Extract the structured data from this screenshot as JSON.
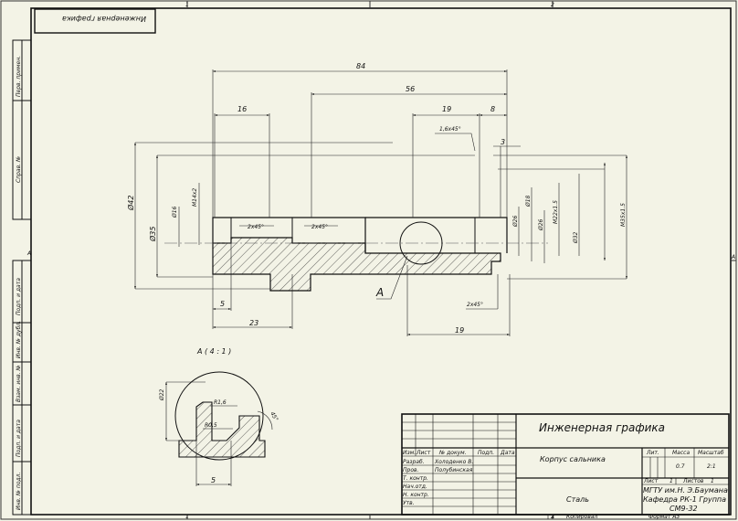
{
  "stamp_top": "Инженерная графика",
  "side_labels": [
    "Перв. примен.",
    "Справ. №",
    "Подп. и дата",
    "Инв. № дубл.",
    "Взам. инв. №",
    "Подп. и дата",
    "Инв. № подл."
  ],
  "zones": {
    "top_left": "1",
    "top_right": "2",
    "right_mid": "A",
    "left_mid": "A",
    "bottom_left": "1",
    "bottom_right": "2"
  },
  "dims": {
    "d84": "84",
    "d56": "56",
    "d16": "16",
    "d19_top": "19",
    "d8": "8",
    "chamfer_top": "1,6x45°",
    "d3": "3",
    "dia42": "Ø42",
    "dia35": "Ø35",
    "dia16": "Ø16",
    "m14": "M14x2",
    "ch_left": "2x45°",
    "ch_mid": "2x45°",
    "dia18": "Ø18",
    "dia26_a": "Ø26",
    "dia26_b": "Ø26",
    "m22": "M22x1.5",
    "dia32": "Ø32",
    "m35": "M35x1.5",
    "d5": "5",
    "d23": "23",
    "view_a": "A",
    "ch_bottom": "2x45°",
    "d19_bottom": "19"
  },
  "detail": {
    "title": "A ( 4 : 1 )",
    "dia22": "Ø22",
    "r16": "R1,6",
    "r05": "R0,5",
    "angle": "45°",
    "d5": "5"
  },
  "title_block": {
    "discipline": "Инженерная графика",
    "part_name": "Корпус сальника",
    "material": "Сталь",
    "headers": {
      "izm": "Изм.",
      "list": "Лист",
      "doc": "№ докум.",
      "sign": "Подп.",
      "date": "Дата"
    },
    "roles": [
      "Разраб.",
      "Пров.",
      "Т. контр.",
      "Нач.отд.",
      "Н. контр.",
      "Утв."
    ],
    "names": [
      "Холоденко В.",
      "Полубинская"
    ],
    "lit_label": "Лит.",
    "mass_label": "Масса",
    "scale_label": "Масштаб",
    "mass": "0.7",
    "scale": "2:1",
    "sheet_label": "Лист",
    "sheet_no": "1",
    "sheets_label": "Листов",
    "sheets_no": "1",
    "org1": "МГТУ им.Н. Э.Баумана",
    "org2": "Кафедра РК-1 Группа",
    "org3": "СМ9-32",
    "copied": "Копировал",
    "format": "Формат А3",
    "bottom_no": "1"
  }
}
